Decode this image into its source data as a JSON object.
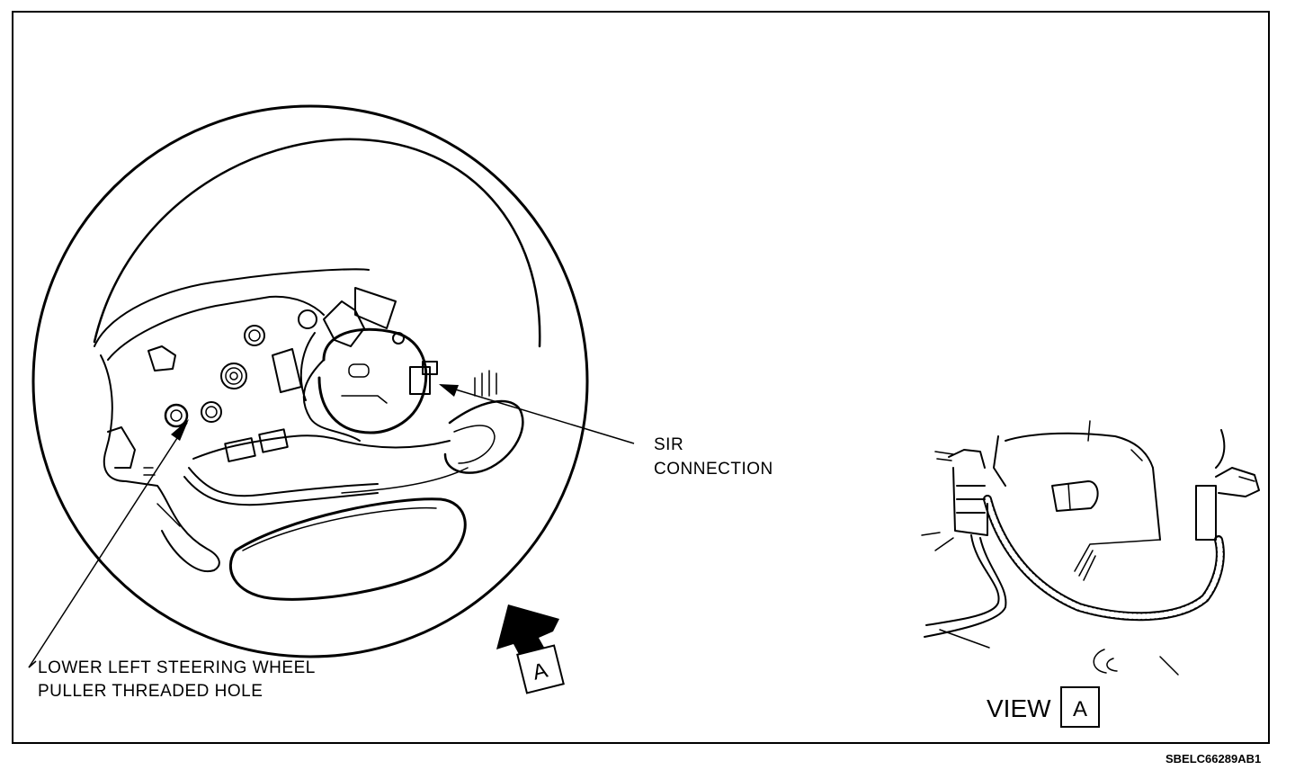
{
  "labels": {
    "sir_connection_line1": "SIR",
    "sir_connection_line2": "CONNECTION",
    "puller_hole_line1": "LOWER LEFT STEERING WHEEL",
    "puller_hole_line2": "PULLER THREADED HOLE",
    "view_arrow_letter": "A",
    "view_title_word": "VIEW",
    "view_title_letter": "A",
    "figure_code": "SBELC66289AB1"
  },
  "colors": {
    "line": "#000000",
    "background": "#ffffff"
  }
}
